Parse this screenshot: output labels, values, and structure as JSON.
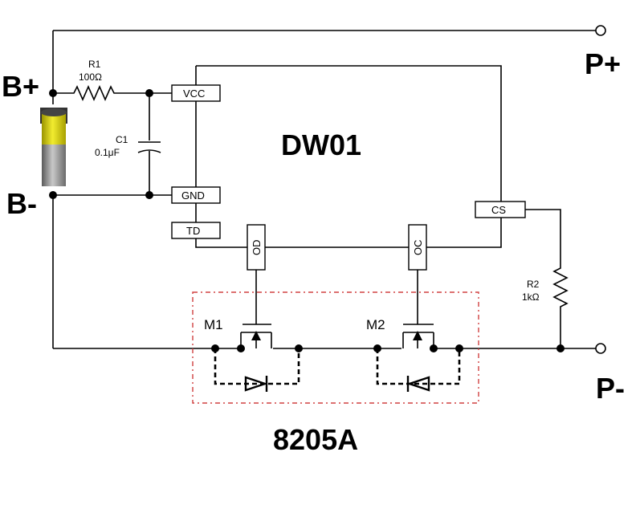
{
  "labels": {
    "b_plus": "B+",
    "b_minus": "B-",
    "p_plus": "P+",
    "p_minus": "P-",
    "ic_name": "DW01",
    "mosfet_pkg": "8205A"
  },
  "components": {
    "r1_name": "R1",
    "r1_value": "100Ω",
    "c1_name": "C1",
    "c1_value": "0.1μF",
    "r2_name": "R2",
    "r2_value": "1kΩ",
    "m1": "M1",
    "m2": "M2"
  },
  "pins": {
    "vcc": "VCC",
    "gnd": "GND",
    "td": "TD",
    "cs": "CS",
    "od": "OD",
    "oc": "OC"
  },
  "colors": {
    "battery_top": "#e8e100",
    "battery_body": "#9a9a9a",
    "package_outline": "#d04040"
  }
}
